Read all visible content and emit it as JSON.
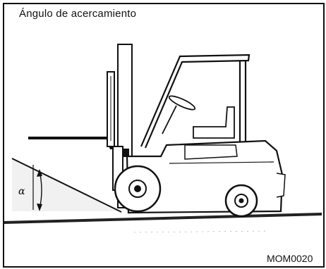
{
  "figure": {
    "title": "Ángulo de acercamiento",
    "angle_symbol": "α",
    "figure_code": "MOM0020"
  }
}
